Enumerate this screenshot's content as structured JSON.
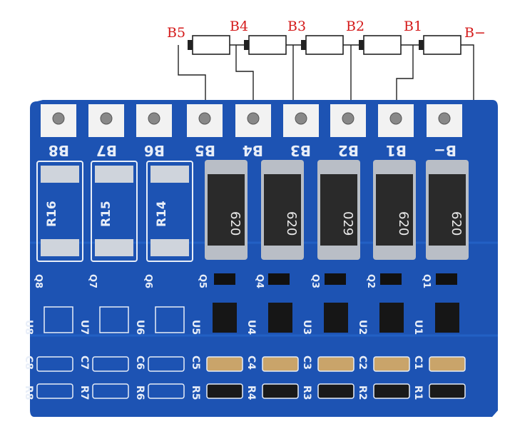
{
  "cells": [
    "B5",
    "B4",
    "B3",
    "B2",
    "B1",
    "B−"
  ],
  "pads": [
    "B8",
    "B7",
    "B6",
    "B5",
    "B4",
    "B3",
    "B2",
    "B1",
    "B−"
  ],
  "resistor_refs": [
    "R16",
    "R15",
    "R14"
  ],
  "resistor_marking": [
    "620",
    "620",
    "029",
    "620",
    "620"
  ],
  "mosfets": [
    "Q8",
    "Q7",
    "Q6",
    "Q5",
    "Q4",
    "Q3",
    "Q2",
    "Q1"
  ],
  "ics": [
    "U8",
    "U7",
    "U6",
    "U5",
    "U4",
    "U3",
    "U2",
    "U1"
  ],
  "capacitors": [
    "C8",
    "C7",
    "C6",
    "C5",
    "C4",
    "C3",
    "C2",
    "C1"
  ],
  "small_resistors": [
    "R8",
    "R7",
    "R6",
    "R5",
    "R4",
    "R3",
    "R2",
    "R1"
  ],
  "colors": {
    "board": "#1d53b3",
    "label_red": "#d41a1a",
    "pad_white": "#f2f2f2"
  }
}
